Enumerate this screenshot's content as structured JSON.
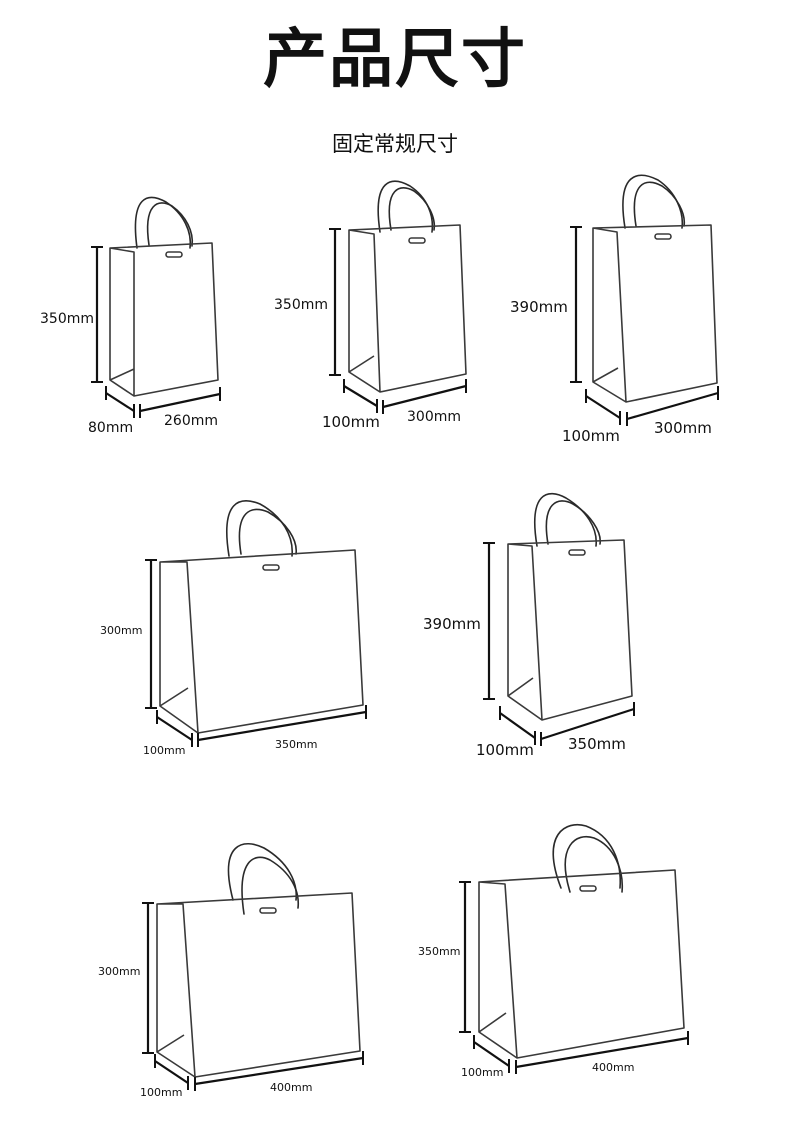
{
  "header": {
    "title": "产品尺寸",
    "subtitle": "固定常规尺寸"
  },
  "bags": [
    {
      "height": "350mm",
      "depth": "80mm",
      "width": "260mm"
    },
    {
      "height": "350mm",
      "depth": "100mm",
      "width": "300mm"
    },
    {
      "height": "390mm",
      "depth": "100mm",
      "width": "300mm"
    },
    {
      "height": "300mm",
      "depth": "100mm",
      "width": "350mm"
    },
    {
      "height": "390mm",
      "depth": "100mm",
      "width": "350mm"
    },
    {
      "height": "300mm",
      "depth": "100mm",
      "width": "400mm"
    },
    {
      "height": "350mm",
      "depth": "100mm",
      "width": "400mm"
    }
  ]
}
